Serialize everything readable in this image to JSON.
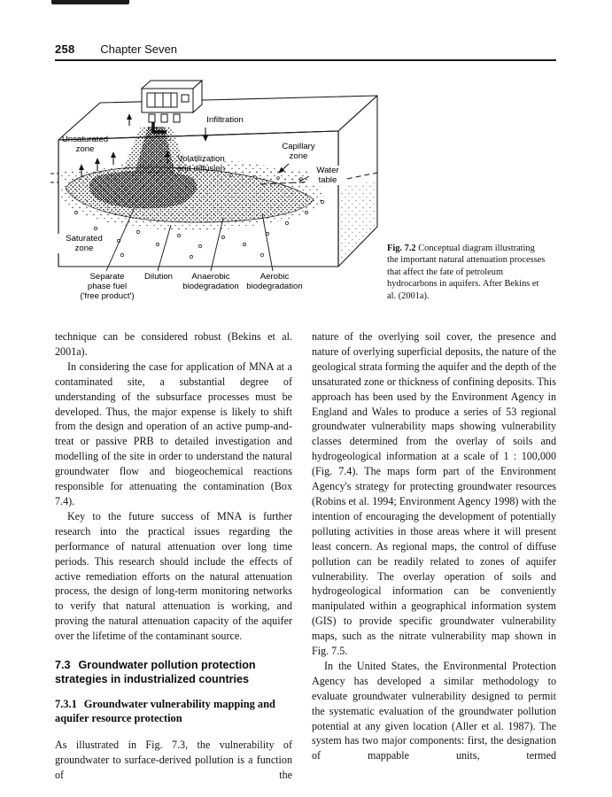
{
  "page": {
    "number": "258",
    "chapter_title": "Chapter Seven"
  },
  "theme": {
    "ink": "#1a1a1a",
    "paper": "#ffffff"
  },
  "figure": {
    "caption_label": "Fig. 7.2",
    "caption_text": "Conceptual diagram illustrating the important natural attenuation processes that affect the fate of petroleum hydrocarbons in aquifers. After Bekins et al. (2001a).",
    "labels": {
      "infiltration": "Infiltration",
      "unsaturated_zone": "Unsaturated\nzone",
      "volatilization": "Volatilization\nand diffusion",
      "capillary_zone": "Capillary\nzone",
      "water_table": "Water\ntable",
      "saturated_zone": "Saturated\nzone",
      "separate_phase_fuel": "Separate\nphase fuel\n('free product')",
      "dilution": "Dilution",
      "anaerobic": "Anaerobic\nbiodegradation",
      "aerobic": "Aerobic\nbiodegradation"
    }
  },
  "sections": {
    "section_number": "7.3",
    "section_title": "Groundwater pollution protection strategies in industrialized countries",
    "subsection_number": "7.3.1",
    "subsection_title": "Groundwater vulnerability mapping and aquifer resource protection"
  },
  "body": {
    "left": [
      "technique can be considered robust (Bekins et al. 2001a).",
      "In considering the case for application of MNA at a contaminated site, a substantial degree of understanding of the subsurface processes must be developed. Thus, the major expense is likely to shift from the design and operation of an active pump-and-treat or passive PRB to detailed investigation and modelling of the site in order to understand the natural groundwater flow and biogeochemical reactions responsible for attenuating the contamination (Box 7.4).",
      "Key to the future success of MNA is further research into the practical issues regarding the performance of natural attenuation over long time periods. This research should include the effects of active remediation efforts on the natural attenuation process, the design of long-term monitoring networks to verify that natural attenuation is working, and proving the natural attenuation capacity of the aquifer over the lifetime of the contaminant source.",
      "As illustrated in Fig. 7.3, the vulnerability of groundwater to surface-derived pollution is a function of the"
    ],
    "right": [
      "nature of the overlying soil cover, the presence and nature of overlying superficial deposits, the nature of the geological strata forming the aquifer and the depth of the unsaturated zone or thickness of confining deposits. This approach has been used by the Environment Agency in England and Wales to produce a series of 53 regional groundwater vulnerability maps showing vulnerability classes determined from the overlay of soils and hydrogeological information at a scale of 1 : 100,000 (Fig. 7.4). The maps form part of the Environment Agency's strategy for protecting groundwater resources (Robins et al. 1994; Environment Agency 1998) with the intention of encouraging the development of potentially polluting activities in those areas where it will present least concern. As regional maps, the control of diffuse pollution can be readily related to zones of aquifer vulnerability. The overlay operation of soils and hydrogeological information can be conveniently manipulated within a geographical information system (GIS) to provide specific groundwater vulnerability maps, such as the nitrate vulnerability map shown in Fig. 7.5.",
      "In the United States, the Environmental Protection Agency has developed a similar methodology to evaluate groundwater vulnerability designed to permit the systematic evaluation of the groundwater pollution potential at any given location (Aller et al. 1987). The system has two major components: first, the designation of mappable units, termed"
    ]
  }
}
